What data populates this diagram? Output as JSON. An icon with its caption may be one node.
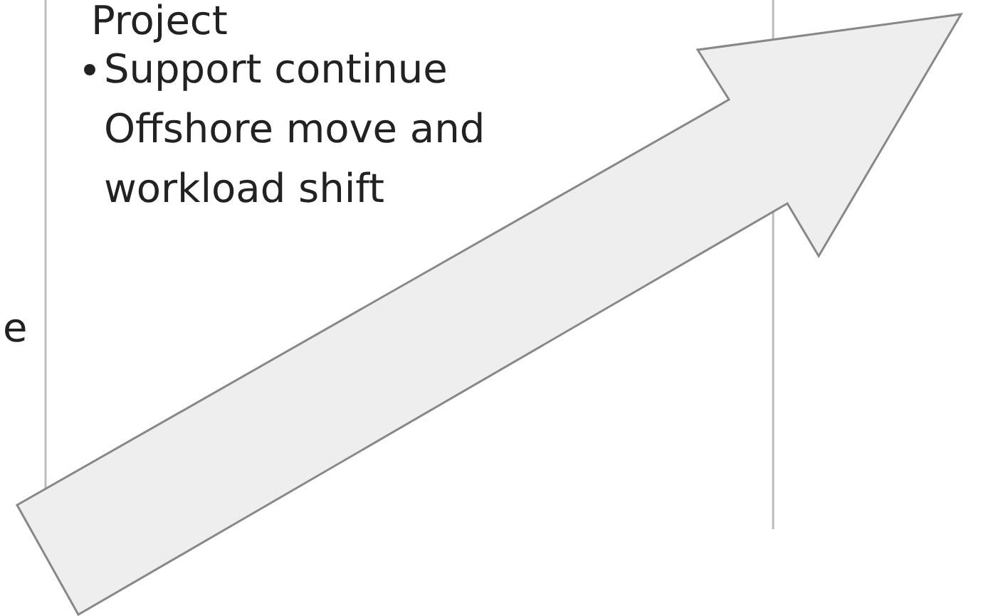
{
  "diagram": {
    "labels": [
      "Project",
      "Support continue Offshore move and workload shift",
      "e"
    ]
  }
}
